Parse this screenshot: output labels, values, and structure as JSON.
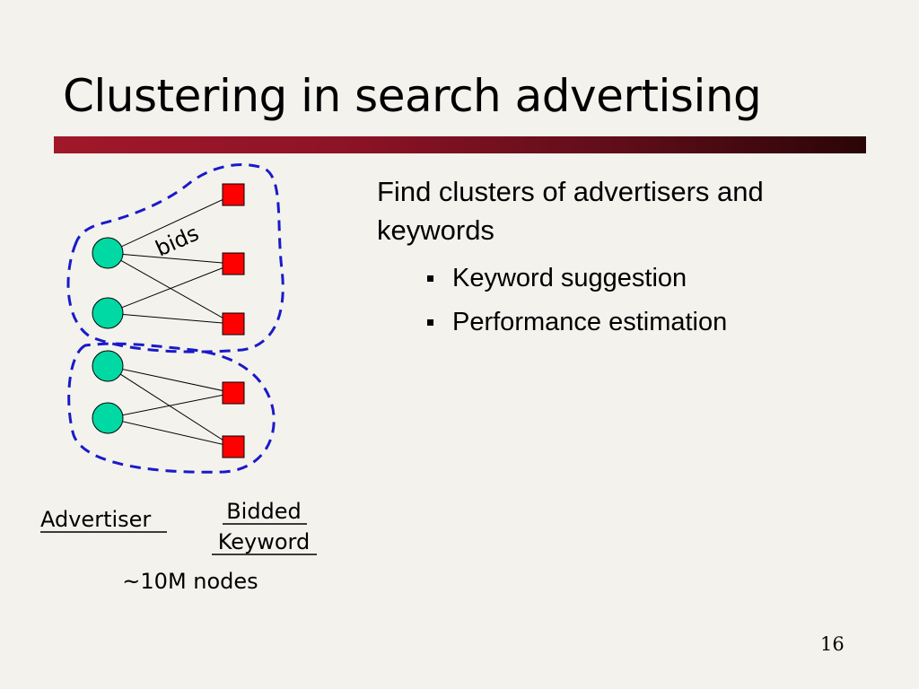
{
  "slide": {
    "title": "Clustering in search advertising",
    "page_number": "16"
  },
  "bullets": {
    "main": "Find clusters of advertisers and keywords",
    "sub": [
      "Keyword suggestion",
      "Performance estimation"
    ]
  },
  "diagram": {
    "edge_label": "bids",
    "advertiser_label": "Advertiser",
    "keyword_label_line1": "Bidded",
    "keyword_label_line2": "Keyword",
    "size_note": "~10M nodes",
    "colors": {
      "advertiser_node": "#00d9a3",
      "keyword_node": "#ff0000",
      "cluster_outline": "#1a1ac8",
      "title_rule": "#8e1326"
    }
  }
}
